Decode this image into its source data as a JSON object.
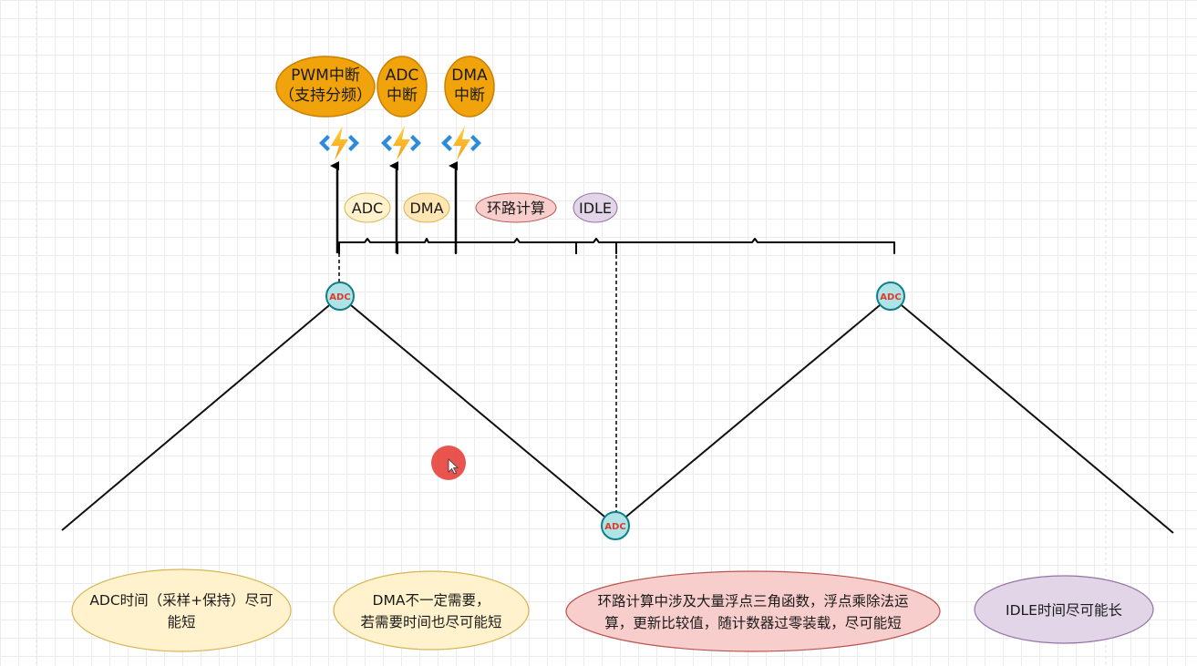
{
  "interrupts": [
    {
      "line1": "PWM中断",
      "line2": "（支持分频）",
      "icon": "lightning-bolt-icon"
    },
    {
      "line1": "ADC",
      "line2": "中断",
      "icon": "lightning-bolt-icon"
    },
    {
      "line1": "DMA",
      "line2": "中断",
      "icon": "lightning-bolt-icon"
    }
  ],
  "phases": [
    {
      "label": "ADC",
      "color": "#fff2cc"
    },
    {
      "label": "DMA",
      "color": "#ffe6b3"
    },
    {
      "label": "环路计算",
      "color": "#f8cecc"
    },
    {
      "label": "IDLE",
      "color": "#e1d5e7"
    }
  ],
  "sample_points": [
    {
      "label": "ADC"
    },
    {
      "label": "ADC"
    },
    {
      "label": "ADC"
    }
  ],
  "notes": [
    {
      "line1": "ADC时间（采样+保持）尽可",
      "line2": "能短",
      "color": "#fff2cc"
    },
    {
      "line1": "DMA不一定需要，",
      "line2": "若需要时间也尽可能短",
      "color": "#fff2cc"
    },
    {
      "line1": "环路计算中涉及大量浮点三角函数，浮点乘除法运",
      "line2": "算，更新比较值，随计数器过零装载，尽可能短",
      "color": "#f8cecc"
    },
    {
      "line1": "IDLE时间尽可能长",
      "line2": "",
      "color": "#e1d5e7"
    }
  ],
  "colors": {
    "interrupt_fill": "#f0a30a",
    "interrupt_stroke": "#c97f00",
    "sample_fill": "#b0e3e6",
    "sample_stroke": "#0e8088",
    "sample_text": "#e0392b",
    "cursor": "#e8413c"
  }
}
